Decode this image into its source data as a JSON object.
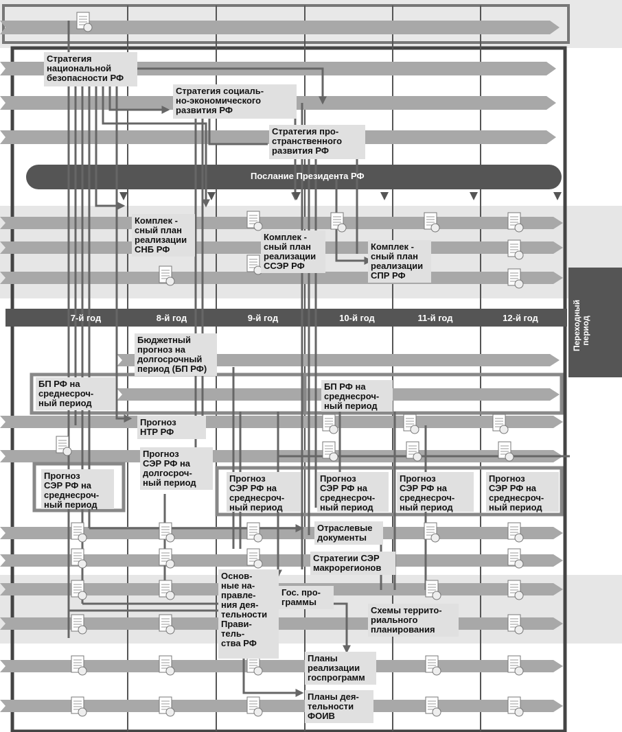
{
  "strategies": {
    "snb": "Стратегия\nнациональной\nбезопасности РФ",
    "sser": "Стратегия социаль-\nно-экономического\nразвития РФ",
    "spr": "Стратегия про-\nстранственного\nразвития РФ"
  },
  "message": "Послание Президента РФ",
  "plans": {
    "snb": "Комплек -\nсный план\nреализации\nСНБ РФ",
    "sser": "Комплек -\nсный план\nреализации\nССЭР РФ",
    "spr": "Комплек -\nсный план\nреализации\nСПР РФ"
  },
  "years": [
    "7-й год",
    "8-й год",
    "9-й год",
    "10-й год",
    "11-й год",
    "12-й год"
  ],
  "transition": "Переходный\nпериод",
  "budget": {
    "longterm": "Бюджетный\nпрогноз на\nдолгосрочный\nпериод (БП РФ)",
    "mid1": "БП РФ на\nсреднесроч-\nный период",
    "mid2": "БП РФ на\nсреднесроч-\nный период"
  },
  "forecasts": {
    "ntr": "Прогноз\nНТР РФ",
    "long": "Прогноз\nСЭР РФ на\nдолгосроч-\nный период",
    "mid": "Прогноз\nСЭР РФ на\nсреднесроч-\nный период"
  },
  "documents": {
    "sector": "Отраслевые\nдокументы",
    "macro": "Стратегии СЭР\nмакрорегионов",
    "directions": "Основ-\nные на-\nправле-\nния дея-\nтельности\nПрави-\nтель-\nства РФ",
    "gosprog": "Гос. про-\nграммы",
    "schemes": "Схемы террито-\nриального\nпланирования",
    "gosplans": "Планы\nреализации\nгоспрограмм",
    "foiv": "Планы дея-\nтельности\nФОИВ"
  }
}
